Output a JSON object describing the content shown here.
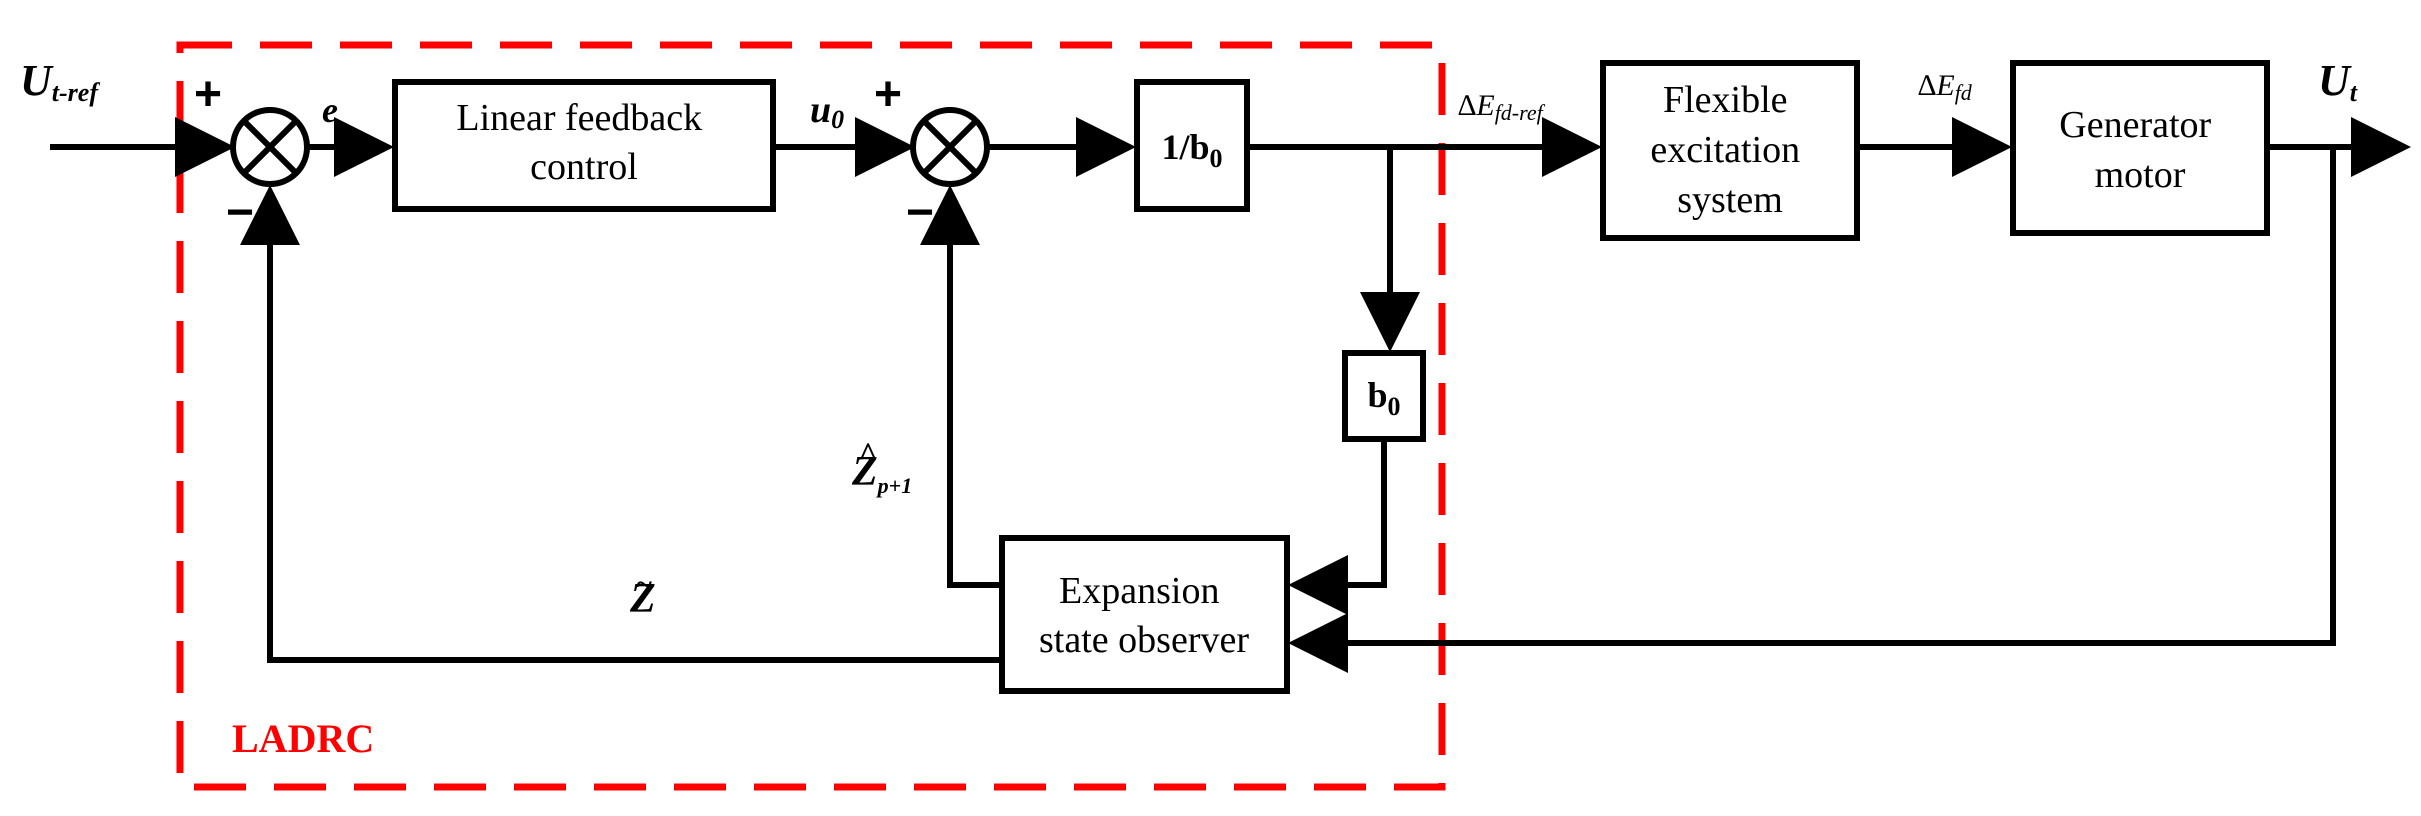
{
  "colors": {
    "line": "#000000",
    "ladrc_border": "#ff0000",
    "ladrc_label": "#ff0000",
    "background": "#ffffff"
  },
  "signals": {
    "reference": {
      "main": "U",
      "sub": "t-ref"
    },
    "error": "e",
    "control": {
      "main": "u",
      "sub": "0"
    },
    "field_ref": {
      "prefix": "∆E",
      "sub": "fd-ref"
    },
    "field": {
      "prefix": "∆E",
      "sub": "fd"
    },
    "output": {
      "main": "U",
      "sub": "t"
    },
    "z_hat": {
      "main": "Z",
      "accent": "^",
      "sub": "p+1"
    },
    "z_tilde": {
      "main": "Z",
      "accent": "~"
    }
  },
  "signs": {
    "sum1_plus": "+",
    "sum1_minus": "−",
    "sum2_plus": "+",
    "sum2_minus": "−"
  },
  "blocks": {
    "linear_feedback": [
      "Linear feedback",
      "control"
    ],
    "gain_inverse": {
      "main": "1/b",
      "sub": "0"
    },
    "gain_b0": {
      "main": "b",
      "sub": "0"
    },
    "eso": [
      "Expansion",
      "state observer"
    ],
    "excitation": [
      "Flexible",
      "excitation",
      "system"
    ],
    "generator": [
      "Generator",
      "motor"
    ]
  },
  "ladrc_label": "LADRC"
}
